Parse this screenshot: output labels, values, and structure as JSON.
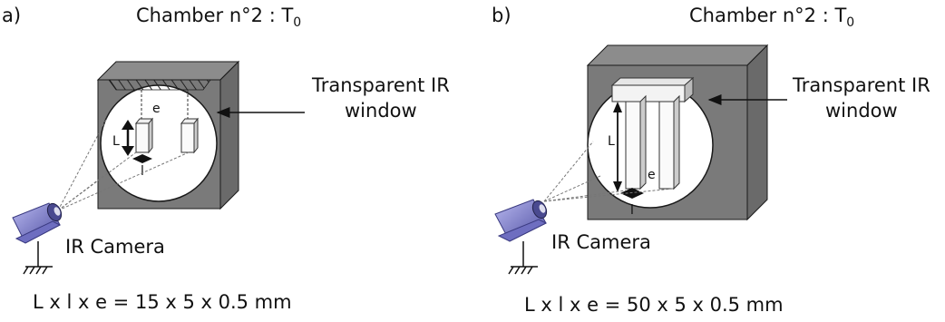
{
  "panels": [
    {
      "letter": "a)",
      "chamber_main": "Chamber n°2 : T",
      "chamber_sub": "0",
      "window_label_1": "Transparent IR",
      "window_label_2": "window",
      "camera_label": "IR Camera",
      "dim_L": "L",
      "dim_l": "l",
      "dim_e": "e",
      "formula": "L x l x e = 15 x 5 x 0.5 mm"
    },
    {
      "letter": "b)",
      "chamber_main": "Chamber n°2 : T",
      "chamber_sub": "0",
      "window_label_1": "Transparent IR",
      "window_label_2": "window",
      "camera_label": "IR Camera",
      "dim_L": "L",
      "dim_l": "l",
      "dim_e": "e",
      "formula": "L x l x e = 50 x 5 x 0.5 mm"
    }
  ],
  "colors": {
    "chamber_front": "#7a7a7a",
    "chamber_side": "#6a6a6a",
    "chamber_top": "#8c8c8c",
    "window": "#ffffff",
    "camera": "#8f8fd6",
    "stroke": "#1a1a1a"
  },
  "icons": [
    "ir-camera-icon",
    "ground-support-icon",
    "arrow-icon"
  ]
}
